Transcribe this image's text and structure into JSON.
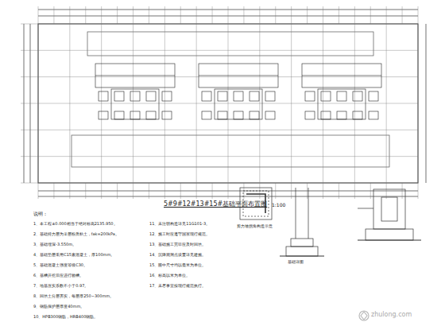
{
  "diagram": {
    "title": "5#9#12#13#15#基础平面布置图",
    "labels": [
      "说明：",
      "1、本工程±0.000相当于绝对标高2135.950。",
      "2、基础持力层为②层粉质粘土，fak=200kPa。",
      "3、基础埋深-3.550m。",
      "4、基础垫层采用C15素混凝土，厚100mm。",
      "5、基础混凝土强度等级C30。",
      "6、基槽开挖后应进行验槽。",
      "7、地基压实系数不小于0.97。",
      "8、回填土分层夯实，每层厚250~300mm。",
      "9、钢筋保护层厚度40mm。",
      "10、HPB300钢筋，HRB400钢筋。",
      "11、未注明构造详见11G101-3。",
      "12、施工时应遵守国家现行规范。",
      "13、基础施工完毕应及时回填。",
      "14、沉降观测点设置详见建施。",
      "15、图中尺寸均以毫米为单位。",
      "16、标高以米为单位。",
      "17、未尽事宜按现行规范执行。",
      "1:100",
      "剪力墙拐角构造示意",
      "基础详图",
      "zhulong.com"
    ]
  }
}
